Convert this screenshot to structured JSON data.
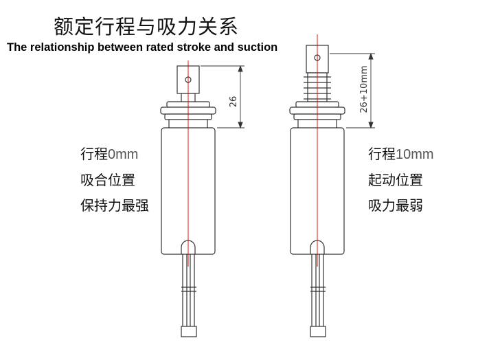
{
  "title_cn": "额定行程与吸力关系",
  "title_en": "The relationship between rated stroke and suction",
  "left": {
    "dimension": "26",
    "stroke_label": "行程",
    "stroke_value": "0mm",
    "line2": "吸合位置",
    "line3": "保持力最强"
  },
  "right": {
    "dimension": "26+10mm",
    "stroke_label": "行程",
    "stroke_value": "10mm",
    "line2": "起动位置",
    "line3": "吸力最弱"
  },
  "colors": {
    "centerline": "#cc0000",
    "outline": "#333333"
  }
}
